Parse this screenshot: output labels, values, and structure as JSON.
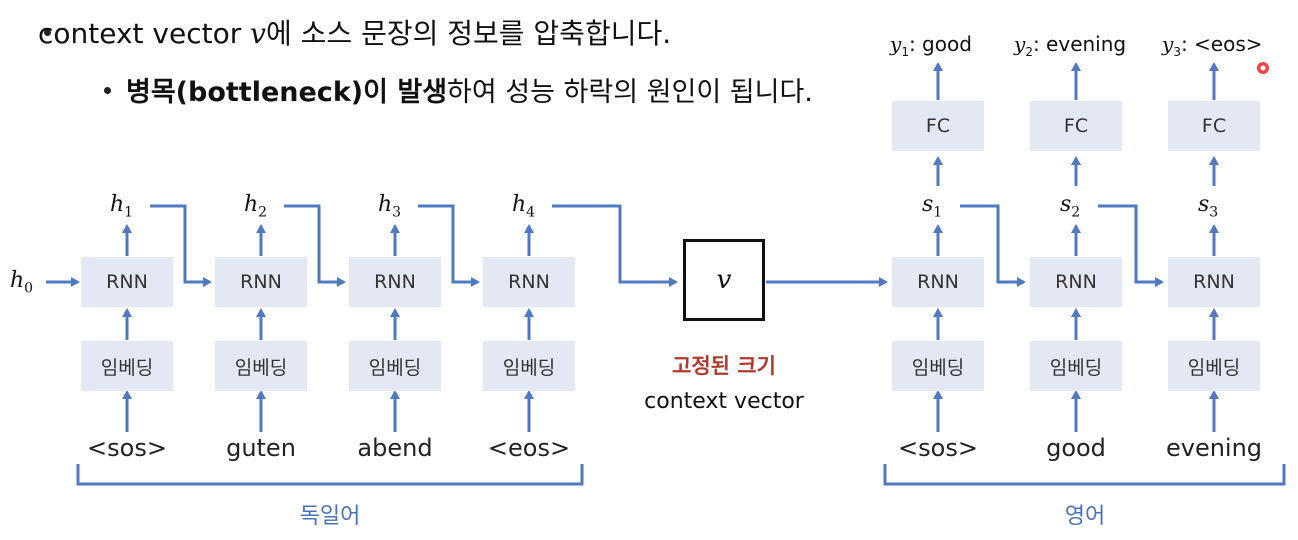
{
  "bullets": {
    "main": {
      "prefix": "context vector ",
      "var": "v",
      "suffix": "에 소스 문장의 정보를 압축합니다."
    },
    "sub": {
      "bold": "병목(bottleneck)이 발생",
      "rest": "하여 성능 하락의 원인이 됩니다."
    }
  },
  "encoder": {
    "initial_state": {
      "var": "h",
      "sub": "0"
    },
    "cells": [
      {
        "rnn": "RNN",
        "embed": "임베딩",
        "token": "<sos>",
        "hidden": {
          "var": "h",
          "sub": "1"
        }
      },
      {
        "rnn": "RNN",
        "embed": "임베딩",
        "token": "guten",
        "hidden": {
          "var": "h",
          "sub": "2"
        }
      },
      {
        "rnn": "RNN",
        "embed": "임베딩",
        "token": "abend",
        "hidden": {
          "var": "h",
          "sub": "3"
        }
      },
      {
        "rnn": "RNN",
        "embed": "임베딩",
        "token": "<eos>",
        "hidden": {
          "var": "h",
          "sub": "4"
        }
      }
    ],
    "language": "독일어"
  },
  "context": {
    "symbol": "v",
    "label_fixed": "고정된 크기",
    "label_name": "context vector"
  },
  "decoder": {
    "cells": [
      {
        "rnn": "RNN",
        "embed": "임베딩",
        "token": "<sos>",
        "state": {
          "var": "s",
          "sub": "1"
        },
        "fc": "FC",
        "output": {
          "var": "y",
          "sub": "1",
          "text": ": good"
        }
      },
      {
        "rnn": "RNN",
        "embed": "임베딩",
        "token": "good",
        "state": {
          "var": "s",
          "sub": "2"
        },
        "fc": "FC",
        "output": {
          "var": "y",
          "sub": "2",
          "text": ": evening"
        }
      },
      {
        "rnn": "RNN",
        "embed": "임베딩",
        "token": "evening",
        "state": {
          "var": "s",
          "sub": "3"
        },
        "fc": "FC",
        "output": {
          "var": "y",
          "sub": "3",
          "text": ": <eos>"
        }
      }
    ],
    "language": "영어"
  },
  "colors": {
    "arrow": "#4f79c2",
    "box_fill": "#e3e8f4",
    "highlight_red": "#b03a2e",
    "recording_dot": "#ee4444"
  }
}
